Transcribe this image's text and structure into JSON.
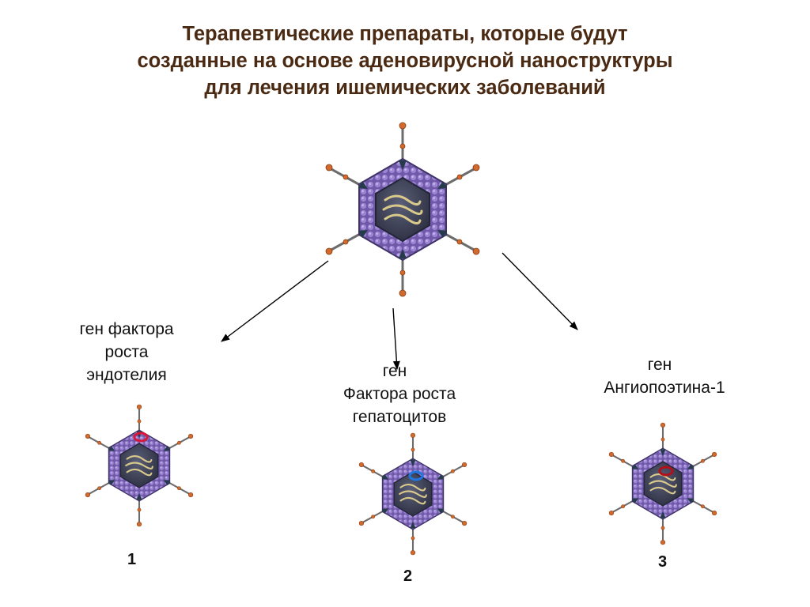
{
  "title": {
    "line1": "Терапевтические препараты, которые будут",
    "line2": "созданные на основе аденовирусной наноструктуры",
    "line3": "для лечения ишемических заболеваний"
  },
  "branches": [
    {
      "line1": "ген фактора",
      "line2": "роста",
      "line3": "эндотелия",
      "number": "1",
      "insert_color": "#d8183a"
    },
    {
      "line1": "ген",
      "line2": "Фактора роста",
      "line3": "гепатоцитов",
      "number": "2",
      "insert_color": "#1e78e0"
    },
    {
      "line1": "ген",
      "line2": "Ангиопоэтина-1",
      "number": "3",
      "insert_color": "#b0101c"
    }
  ],
  "colors": {
    "title": "#4a2a12",
    "capsid": "#8a6fbf",
    "capsid_dark": "#4d3d7a",
    "core": "#3a3d52",
    "dna": "#d9c98a",
    "fiber_knob": "#d06a2e"
  },
  "icons": {
    "virus": "adenovirus-icon",
    "arrow": "arrow-icon"
  }
}
